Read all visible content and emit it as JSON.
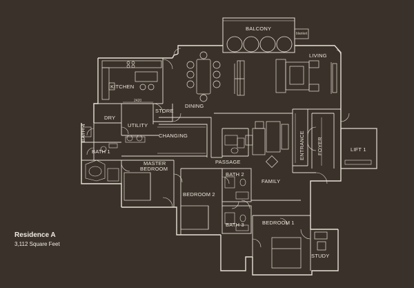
{
  "residence": {
    "name": "Residence A",
    "area": "3,112 Square Feet"
  },
  "rooms": {
    "balcony": "BALCONY",
    "blanket": "blanket",
    "living": "LIVING",
    "kitchen": "KITCHEN",
    "dining": "DINING",
    "store": "STORE",
    "dry": "DRY",
    "utility": "UTILITY",
    "bath4": "BATH 4",
    "bath1": "BATH 1",
    "changing": "CHANGING",
    "master_bedroom_line1": "MASTER",
    "master_bedroom_line2": "BEDROOM",
    "passage": "PASSAGE",
    "bath2": "BATH 2",
    "bedroom2": "BEDROOM 2",
    "family": "FAMILY",
    "bath3": "BATH 3",
    "bedroom1": "BEDROOM 1",
    "entrance": "ENTRANCE",
    "foyer": "FOYER",
    "lift1": "LIFT 1",
    "study": "STUDY"
  },
  "dimensions": {
    "kitchen_width": "2420"
  },
  "colors": {
    "background": "#3a322a",
    "linework": "#e8e2d8",
    "text": "#ece6dc"
  }
}
